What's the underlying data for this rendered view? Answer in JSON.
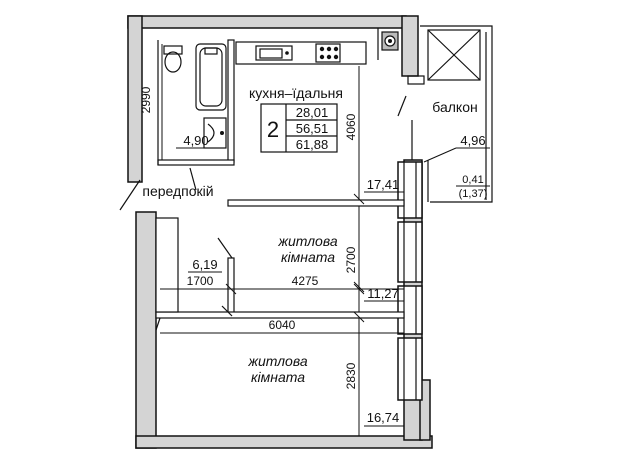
{
  "rooms": {
    "kitchen": {
      "name": "кухня–їдальня"
    },
    "balcony": {
      "name": "балкон"
    },
    "hall": {
      "name": "передпокій"
    },
    "living1": {
      "name_line1": "житлова",
      "name_line2": "кімната"
    },
    "living2": {
      "name_line1": "житлова",
      "name_line2": "кімната"
    }
  },
  "areas": {
    "bathroom": "4,90",
    "balcony": "4,96",
    "balcony_coef": "0,41",
    "balcony_reduced": "(1,37)",
    "kitchen": "17,41",
    "hall": "6,19",
    "living1": "11,27",
    "living2": "16,74"
  },
  "summary": {
    "rooms_count": "2",
    "living_area": "28,01",
    "total_area": "56,51",
    "total_with_balcony": "61,88"
  },
  "dimensions": {
    "bath_height": "2990",
    "kitchen_height": "4060",
    "living1_height": "2700",
    "living2_height": "2830",
    "hall_width": "1700",
    "living1_width": "4275",
    "living2_width": "6040"
  }
}
